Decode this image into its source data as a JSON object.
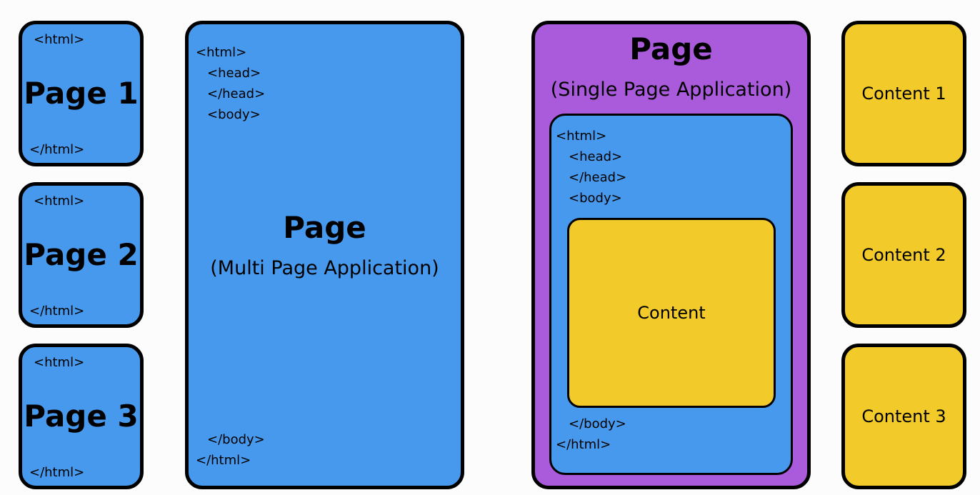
{
  "mpa_pages": [
    {
      "open": "<html>",
      "label": "Page 1",
      "close": "</html>"
    },
    {
      "open": "<html>",
      "label": "Page 2",
      "close": "</html>"
    },
    {
      "open": "<html>",
      "label": "Page 3",
      "close": "</html>"
    }
  ],
  "mpa": {
    "title": "Page",
    "subtitle": "(Multi Page Application)",
    "tags_top": [
      "<html>",
      "<head>",
      "</head>",
      "<body>"
    ],
    "tags_bottom": [
      "</body>",
      "</html>"
    ]
  },
  "spa": {
    "title": "Page",
    "subtitle": "(Single Page Application)",
    "tags_top": [
      "<html>",
      "<head>",
      "</head>",
      "<body>"
    ],
    "content_label": "Content",
    "tags_bottom": [
      "</body>",
      "</html>"
    ]
  },
  "spa_contents": [
    "Content 1",
    "Content 2",
    "Content 3"
  ],
  "colors": {
    "page_blue": "#4799ed",
    "content_yellow": "#f2cb2b",
    "spa_purple": "#a95bdb",
    "outline": "#000000"
  }
}
